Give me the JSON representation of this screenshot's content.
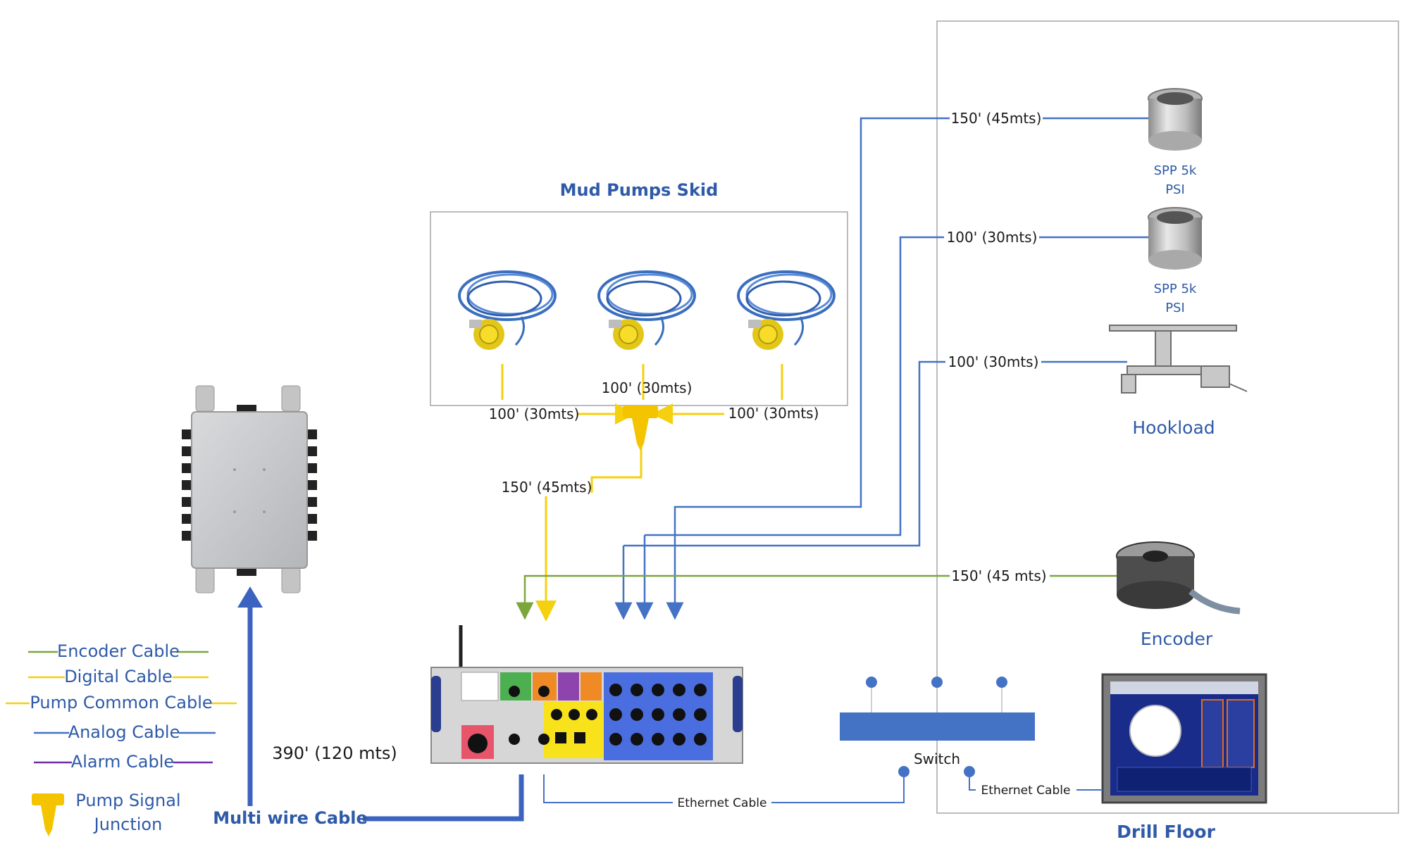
{
  "colors": {
    "analog": "#4472c4",
    "digital": "#f5d00f",
    "encoder": "#7aa63c",
    "alarm": "#7030a0",
    "multiwire": "#3d63c1",
    "label_blue": "#2e5aa8",
    "frame": "#a6a6a6"
  },
  "titles": {
    "mud_pumps_skid": "Mud Pumps Skid",
    "drill_floor": "Drill Floor"
  },
  "labels": {
    "pump_left_len": "100' (30mts)",
    "pump_mid_len": "100' (30mts)",
    "pump_right_len": "100' (30mts)",
    "junction_to_daq": "150' (45mts)",
    "spp1_len": "150' (45mts)",
    "spp2_len": "100' (30mts)",
    "hookload_len": "100' (30mts)",
    "encoder_len": "150' (45 mts)",
    "multiwire_len": "390' (120 mts)",
    "multiwire": "Multi wire Cable",
    "ethernet_daq": "Ethernet Cable",
    "ethernet_display": "Ethernet Cable",
    "switch": "Switch"
  },
  "sensors": {
    "spp1_line1": "SPP 5k",
    "spp1_line2": "PSI",
    "spp2_line1": "SPP 5k",
    "spp2_line2": "PSI",
    "hookload": "Hookload",
    "encoder": "Encoder"
  },
  "legend": [
    {
      "label": "Encoder Cable",
      "color": "#7aa63c"
    },
    {
      "label": "Digital Cable",
      "color": "#f5d00f"
    },
    {
      "label": "Pump Common Cable",
      "color": "#f5d00f"
    },
    {
      "label": "Analog Cable",
      "color": "#4472c4"
    },
    {
      "label": "Alarm Cable",
      "color": "#7030a0"
    }
  ],
  "junction_legend": {
    "line1": "Pump Signal",
    "line2": "Junction",
    "icon": "pump-signal-junction-icon"
  }
}
